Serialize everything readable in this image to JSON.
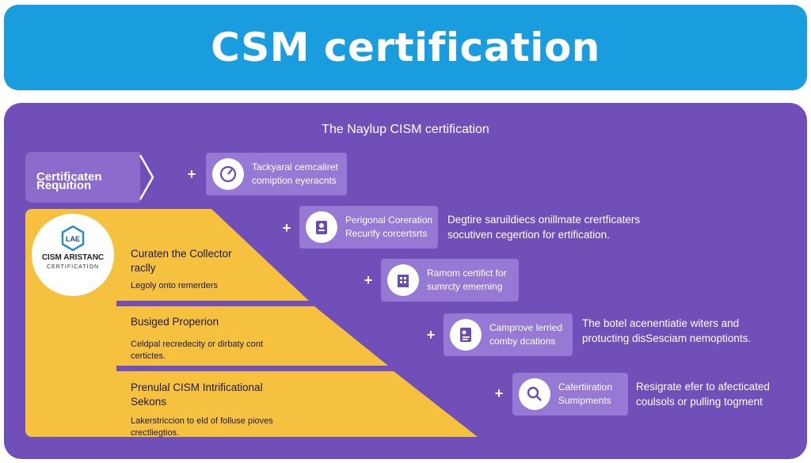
{
  "banner": {
    "title": "CSM certification"
  },
  "panel": {
    "subtitle": "The Naylup CISM certification"
  },
  "requirement": {
    "line1": "Certificaten",
    "line2": "Requition"
  },
  "logo": {
    "mark": "LAE",
    "title": "CISM ARISTANC",
    "subtitle": "CERTIFICATION"
  },
  "steps": [
    {
      "title1": "Curaten the Collector",
      "title2": "raclly",
      "body1": "Legoly onto remerders",
      "body2": ""
    },
    {
      "title1": "Busiged Properion",
      "title2": "",
      "body1": "Celdpal recredecity or dirbaty cont",
      "body2": "certictes."
    },
    {
      "title1": "Prenulal CISM Intrificational",
      "title2": "Sekons",
      "body1": "Lakerstriccion to eld of folluse pioves",
      "body2": "crectliegtios."
    }
  ],
  "cards": [
    {
      "icon": "gauge-icon",
      "line1": "Tackyaral cemcaliret",
      "line2": "comiption eyeracnts"
    },
    {
      "icon": "id-badge-icon",
      "line1": "Perigonal Coreration",
      "line2": "Recurify corcertsrts"
    },
    {
      "icon": "building-icon",
      "line1": "Ramom certifict for",
      "line2": "sumrcty emerning"
    },
    {
      "icon": "document-badge-icon",
      "line1": "Camprove lerried",
      "line2": "comby dcations"
    },
    {
      "icon": "magnifier-icon",
      "line1": "Cafertiiration",
      "line2": "Sumipments"
    }
  ],
  "descriptions": [
    {
      "line1": "Degtire saruildiecs onillmate crertficaters",
      "line2": "socutiven cegertion for ertification."
    },
    {
      "line1": "The botel acenentiatie witers and",
      "line2": "protucting disSesciam nemoptionts."
    },
    {
      "line1": "Resigrate efer to afecticated",
      "line2": "coulsols or pulling togment"
    }
  ],
  "plus_symbol": "+",
  "colors": {
    "banner": "#1a9ddf",
    "panel": "#7050b8",
    "card": "#9679d4",
    "step": "#f6c13e",
    "icon": "#6a4bb3"
  }
}
